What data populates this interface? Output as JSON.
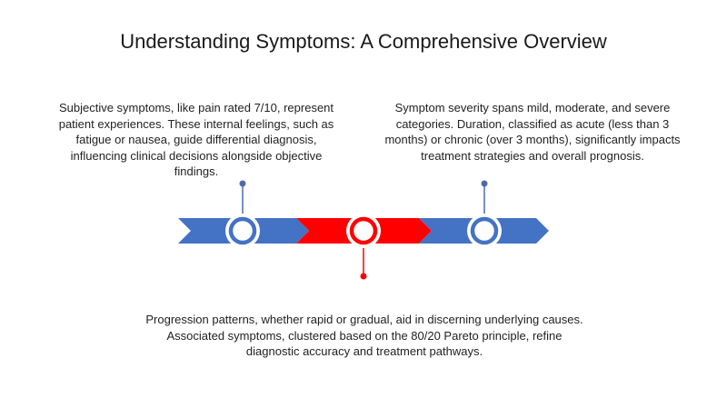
{
  "slide": {
    "title": "Understanding Symptoms: A Comprehensive Overview"
  },
  "points": [
    {
      "text": "Subjective symptoms, like pain rated 7/10, represent patient experiences. These internal feelings, such as fatigue or nausea, guide differential diagnosis, influencing clinical decisions alongside objective findings.",
      "color": "#4472c4"
    },
    {
      "text": "Progression patterns, whether rapid or gradual, aid in discerning underlying causes. Associated symptoms, clustered based on the 80/20 Pareto principle, refine diagnostic accuracy and treatment pathways.",
      "color": "#ff0000"
    },
    {
      "text": "Symptom severity spans mild, moderate, and severe categories. Duration, classified as acute (less than 3 months) or chronic (over 3 months), significantly impacts treatment strategies and overall prognosis.",
      "color": "#4472c4"
    }
  ]
}
